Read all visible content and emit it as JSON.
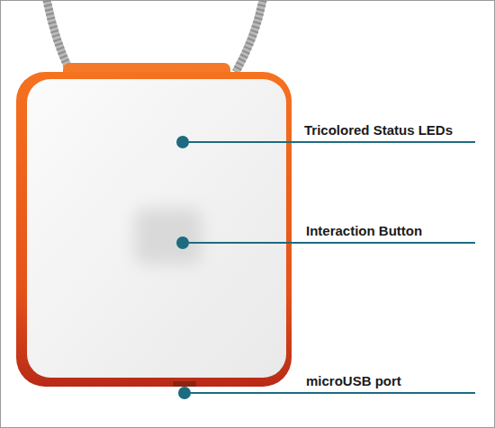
{
  "diagram": {
    "labels": [
      "Tricolored Status LEDs",
      "Interaction Button",
      "microUSB port"
    ]
  }
}
